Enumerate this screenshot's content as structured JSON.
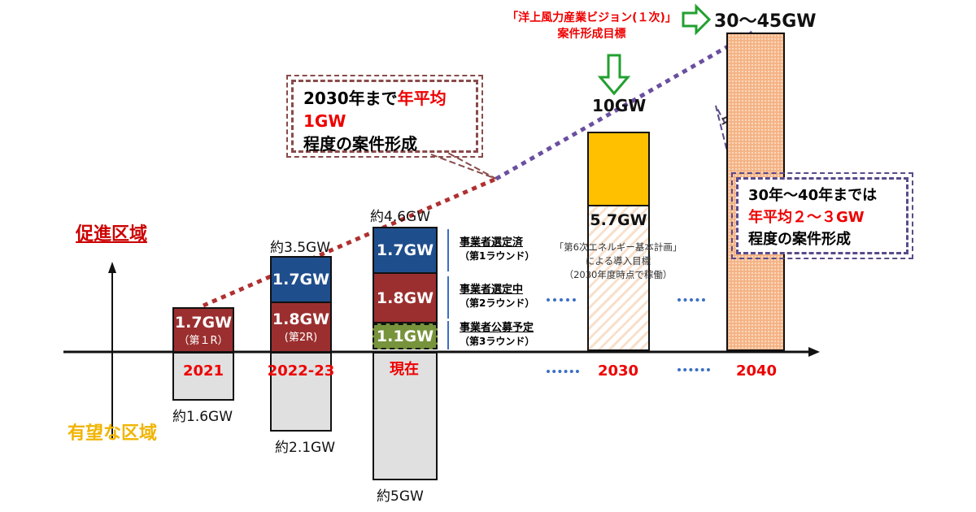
{
  "axis_labels": {
    "promotion_zone": "促進区域",
    "promising_zone": "有望な区域"
  },
  "bars": {
    "y2021": {
      "year": "2021",
      "promo": "1.7GW",
      "promo_sub": "（第１R）",
      "promising": "約1.6GW"
    },
    "y2022": {
      "year": "2022-23",
      "top": "1.7GW",
      "mid": "1.8GW",
      "mid_sub": "(第2R)",
      "total": "約3.5GW",
      "promising": "約2.1GW"
    },
    "now": {
      "year": "現在",
      "top": "1.7GW",
      "mid": "1.8GW",
      "low": "1.1GW",
      "total": "約4.6GW",
      "promising": "約5GW"
    },
    "y2030": {
      "year": "2030",
      "total": "10GW",
      "base": "5.7GW",
      "note1": "「第6次エネルギー基本計画」",
      "note2": "による導入目標",
      "note3": "（2030年度時点で稼働）"
    },
    "y2040": {
      "year": "2040",
      "total": "30～45GW"
    }
  },
  "legend": [
    {
      "title": "事業者選定済",
      "sub": "（第1ラウンド）"
    },
    {
      "title": "事業者選定中",
      "sub": "（第2ラウンド）"
    },
    {
      "title": "事業者公募予定",
      "sub": "（第3ラウンド）"
    }
  ],
  "vision": {
    "line1": "「洋上風力産業ビジョン(１次)」",
    "line2": "案件形成目標"
  },
  "callout1": {
    "pre": "2030年まで",
    "highlight": "年平均1GW",
    "line2": "程度の案件形成"
  },
  "callout2": {
    "line1": "30年～40年までは",
    "highlight": "年平均２～３GW",
    "line3": "程度の案件形成"
  },
  "colors": {
    "blue": "#1f4e8c",
    "red": "#9b2f2f",
    "green": "#77933c",
    "gray": "#e0e0e0",
    "yellow": "#ffc000",
    "orange": "#f4b183",
    "accent_red": "#e00000"
  }
}
